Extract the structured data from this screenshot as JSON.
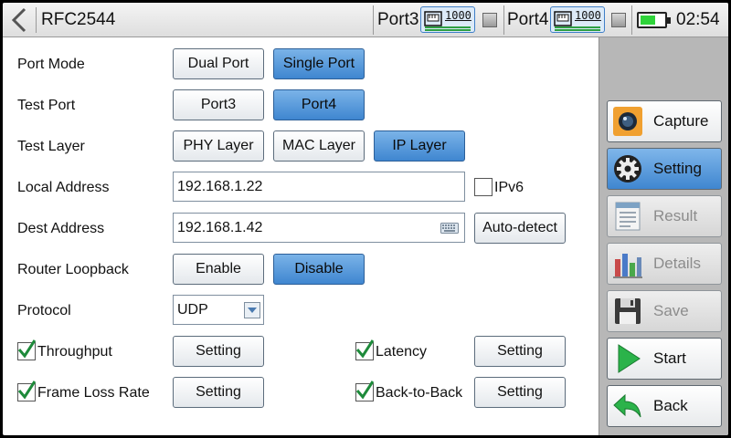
{
  "header": {
    "title": "RFC2544",
    "ports": [
      {
        "label": "Port3",
        "link": "1000"
      },
      {
        "label": "Port4",
        "link": "1000"
      }
    ],
    "clock": "02:54"
  },
  "form": {
    "port_mode": {
      "label": "Port Mode",
      "options": [
        "Dual Port",
        "Single Port"
      ],
      "selected": "Single Port"
    },
    "test_port": {
      "label": "Test Port",
      "options": [
        "Port3",
        "Port4"
      ],
      "selected": "Port4"
    },
    "test_layer": {
      "label": "Test Layer",
      "options": [
        "PHY Layer",
        "MAC Layer",
        "IP Layer"
      ],
      "selected": "IP Layer"
    },
    "local_address": {
      "label": "Local Address",
      "value": "192.168.1.22",
      "ipv6_label": "IPv6",
      "ipv6_checked": false
    },
    "dest_address": {
      "label": "Dest Address",
      "value": "192.168.1.42",
      "autodetect_label": "Auto-detect"
    },
    "router_loopback": {
      "label": "Router Loopback",
      "options": [
        "Enable",
        "Disable"
      ],
      "selected": "Disable"
    },
    "protocol": {
      "label": "Protocol",
      "value": "UDP"
    },
    "tests": [
      {
        "label": "Throughput",
        "checked": true,
        "setting_label": "Setting"
      },
      {
        "label": "Latency",
        "checked": true,
        "setting_label": "Setting"
      },
      {
        "label": "Frame Loss Rate",
        "checked": true,
        "setting_label": "Setting"
      },
      {
        "label": "Back-to-Back",
        "checked": true,
        "setting_label": "Setting"
      }
    ]
  },
  "sidebar": {
    "items": [
      {
        "label": "Capture",
        "icon": "camera-icon",
        "state": "enabled"
      },
      {
        "label": "Setting",
        "icon": "gear-icon",
        "state": "selected"
      },
      {
        "label": "Result",
        "icon": "document-icon",
        "state": "disabled"
      },
      {
        "label": "Details",
        "icon": "bar-chart-icon",
        "state": "disabled"
      },
      {
        "label": "Save",
        "icon": "floppy-disk-icon",
        "state": "disabled"
      },
      {
        "label": "Start",
        "icon": "play-icon",
        "state": "enabled"
      },
      {
        "label": "Back",
        "icon": "back-arrow-icon",
        "state": "enabled"
      }
    ]
  },
  "colors": {
    "selected_button": "#4a8fd6",
    "battery_fill": "#2fd43a",
    "checkmark": "#1d8a3a",
    "panel_background": "#b7b7b7"
  }
}
